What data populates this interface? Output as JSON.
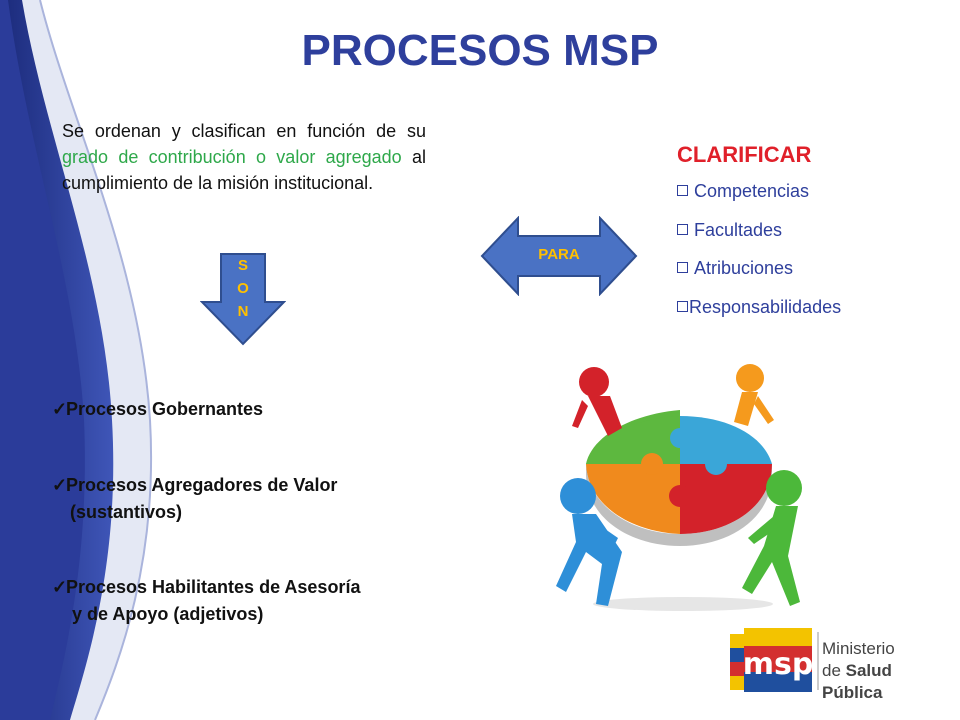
{
  "slide": {
    "title": "PROCESOS MSP",
    "intro": {
      "part1": "Se ordenan y clasifican en función de su ",
      "highlight": "grado de contribución o valor agregado",
      "part2": " al cumplimiento de la misión institucional."
    },
    "son_arrow": {
      "letters": [
        "S",
        "O",
        "N"
      ]
    },
    "processes": [
      {
        "line1": "Procesos Gobernantes",
        "line2": ""
      },
      {
        "line1": "Procesos Agregadores de Valor",
        "line2": "(sustantivos)"
      },
      {
        "line1": "Procesos Habilitantes de Asesoría",
        "line2": "y de Apoyo (adjetivos)"
      }
    ],
    "para_arrow": {
      "label": "PARA"
    },
    "clarificar": {
      "title": "CLARIFICAR",
      "items": [
        "Competencias",
        "Facultades",
        "Atribuciones",
        "Responsabilidades"
      ]
    },
    "logo": {
      "text": "msp",
      "line1": "Ministerio",
      "line2_prefix": "de ",
      "line2_bold": "Salud Pública"
    }
  },
  "colors": {
    "title": "#2E3F9C",
    "highlight": "#2EA84A",
    "clarificar": "#E0202A",
    "arrow_fill": "#4A72C4",
    "arrow_text": "#FFC000",
    "logo_red": "#D32F2F",
    "logo_yellow": "#F3C300",
    "logo_blue": "#1F4F9E"
  },
  "icons": {
    "son_arrow": "down-arrow-icon",
    "para_arrow": "double-arrow-icon",
    "check": "check-icon",
    "checkbox": "checkbox-icon",
    "puzzle": "puzzle-team-illustration"
  }
}
